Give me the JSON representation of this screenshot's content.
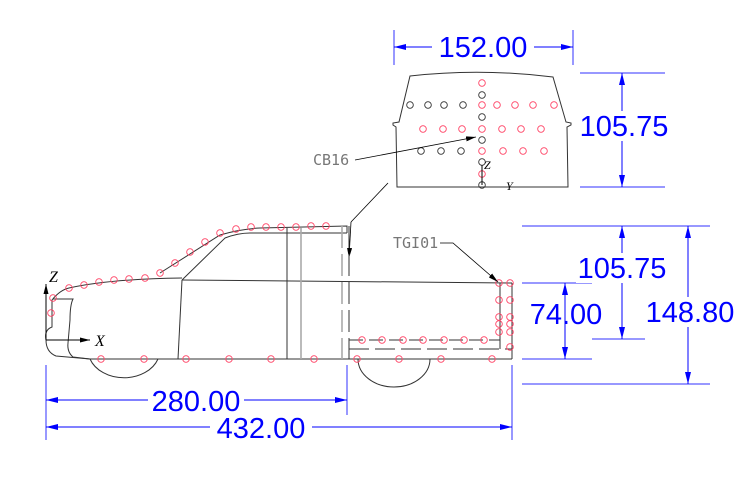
{
  "dimensions": {
    "top_width": "152.00",
    "top_height": "105.75",
    "side_height_right": "105.75",
    "bed_height": "74.00",
    "overall_height": "148.80",
    "cab_length": "280.00",
    "overall_length": "432.00"
  },
  "callouts": {
    "top_view_point": "CB16",
    "tailgate_point": "TGI01"
  },
  "axes": {
    "side_z": "Z",
    "side_x": "X",
    "top_z": "Z",
    "top_y": "Y"
  },
  "colors": {
    "dimension": "#0000ff",
    "measurement_point": "#ff4466",
    "reference_point": "#333333",
    "outline": "#333333"
  }
}
